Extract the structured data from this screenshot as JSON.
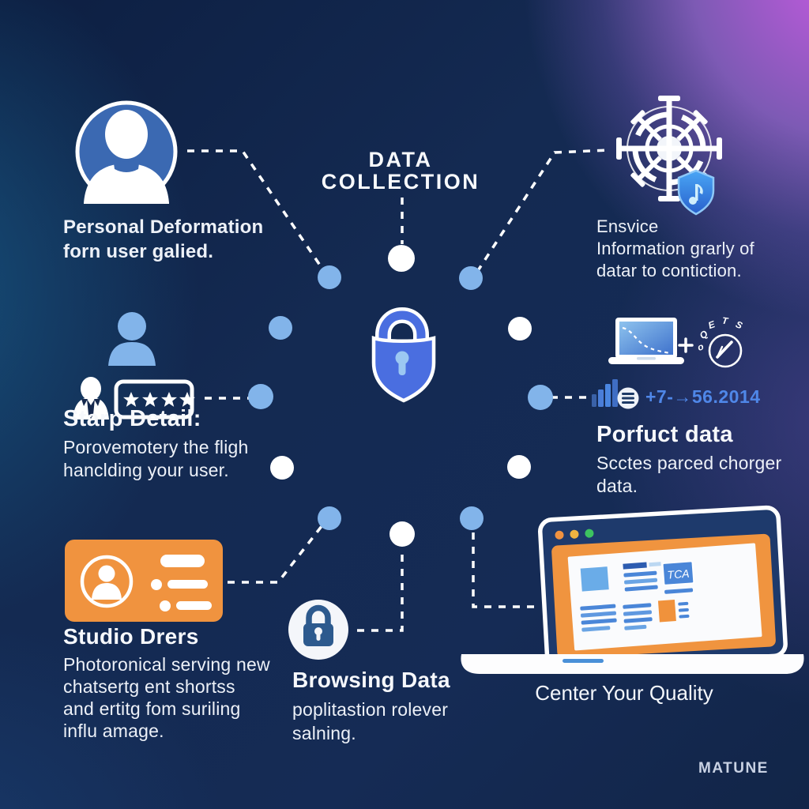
{
  "title": {
    "line1": "DATA",
    "line2": "COLLECTION"
  },
  "brand": "MATUNE",
  "center_caption": "Center Your Quality",
  "nodes": {
    "personal": {
      "lines": [
        "Personal Deformation",
        "forn user galied."
      ]
    },
    "service": {
      "lines": [
        "Ensvice",
        "Information grarly of",
        "datar to contiction."
      ]
    },
    "star": {
      "heading": "Starp Detail:",
      "lines": [
        "Porovemotery the fligh",
        "hanclding your user."
      ]
    },
    "product": {
      "heading": "Porfuct data",
      "metric": "+7-→56.2014",
      "lines": [
        "Scctes parced chorger",
        "data."
      ]
    },
    "studio": {
      "heading": "Studio Drers",
      "lines": [
        "Photoronical serving new",
        "chatsertg ent shortss",
        "and ertitg fom suriling",
        "influ amage."
      ]
    },
    "browsing": {
      "heading": "Browsing Data",
      "lines": [
        "poplitastion rolever",
        "salning."
      ]
    }
  },
  "laptop": {
    "badge": "TCA"
  },
  "gauge": {
    "letters": [
      "o",
      "Q",
      "E",
      "T",
      "S"
    ]
  },
  "icon_names": [
    "user-avatar-icon",
    "gear-wheel-icon",
    "shield-music-icon",
    "user-icon",
    "reviewer-icon",
    "star-rating-icon",
    "lock-shield-icon",
    "id-card-icon",
    "padlock-icon",
    "laptop-chart-icon",
    "plus-icon",
    "gauge-icon",
    "bar-chart-icon",
    "list-icon",
    "laptop-browser-icon"
  ],
  "colors": {
    "background_navy": "#142a52",
    "corner_purple": "#cf5ce8",
    "edge_teal": "#1a6896",
    "dot_blue": "#82b4ea",
    "dot_white": "#ffffff",
    "avatar_blue": "#3b69b2",
    "lock_royal_blue": "#4a6ee0",
    "keyhole_light": "#9cc8f2",
    "card_orange": "#f0933f",
    "padlock_navy": "#2d5a8e",
    "metric_blue": "#4f87e8",
    "screen_blue": "#4a86d8",
    "badge_blue": "#4a86d8",
    "traffic_green": "#3dc360",
    "traffic_amber": "#f0b440",
    "traffic_orange": "#f09240"
  }
}
